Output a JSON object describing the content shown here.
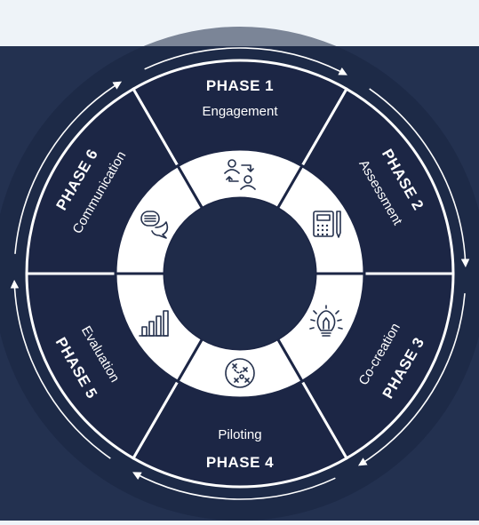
{
  "colors": {
    "page_background": "#eef3f8",
    "panel": "#233150",
    "outer_ring": "#1e2a47",
    "segment": "#1c2645",
    "inner_ring": "#ffffff",
    "center": "#1f2b49",
    "icon_stroke": "#25314d",
    "text": "#ffffff"
  },
  "phases": [
    {
      "title": "PHASE 1",
      "name": "Engagement",
      "icon": "people-exchange-icon"
    },
    {
      "title": "PHASE 2",
      "name": "Assessment",
      "icon": "calculator-clipboard-icon"
    },
    {
      "title": "PHASE 3",
      "name": "Co-creation",
      "icon": "lightbulb-icon"
    },
    {
      "title": "PHASE 4",
      "name": "Piloting",
      "icon": "strategy-plan-icon"
    },
    {
      "title": "PHASE 5",
      "name": "Evaluation",
      "icon": "bar-chart-icon"
    },
    {
      "title": "PHASE 6",
      "name": "Communication",
      "icon": "chat-bubbles-icon"
    }
  ]
}
